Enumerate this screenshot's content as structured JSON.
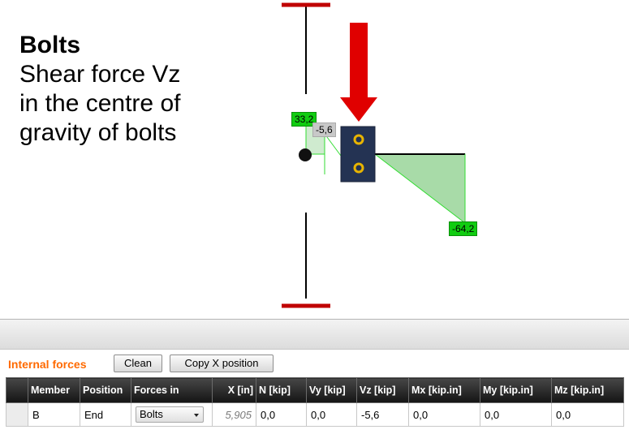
{
  "caption": {
    "title": "Bolts",
    "lines": [
      "Shear force Vz",
      "in the centre of",
      "gravity of bolts"
    ]
  },
  "diagram": {
    "labels": {
      "top_left": "33,2",
      "center": "-5,6",
      "bottom_right": "-64,2"
    },
    "colors": {
      "support": "#c00000",
      "arrow": "#e00000",
      "plate": "#243353",
      "bolt": "#e8b400",
      "diagram_fill": "#a8dba8",
      "diagram_line": "#33dd33"
    }
  },
  "panel": {
    "section_title": "Internal forces",
    "clean_label": "Clean",
    "copy_x_label": "Copy X position"
  },
  "table": {
    "headers": [
      "Member",
      "Position",
      "Forces in",
      "X [in]",
      "N [kip]",
      "Vy [kip]",
      "Vz [kip]",
      "Mx [kip.in]",
      "My [kip.in]",
      "Mz [kip.in]"
    ],
    "row": {
      "member": "B",
      "position": "End",
      "forces_in": "Bolts",
      "x": "5,905",
      "n": "0,0",
      "vy": "0,0",
      "vz": "-5,6",
      "mx": "0,0",
      "my": "0,0",
      "mz": "0,0"
    }
  }
}
